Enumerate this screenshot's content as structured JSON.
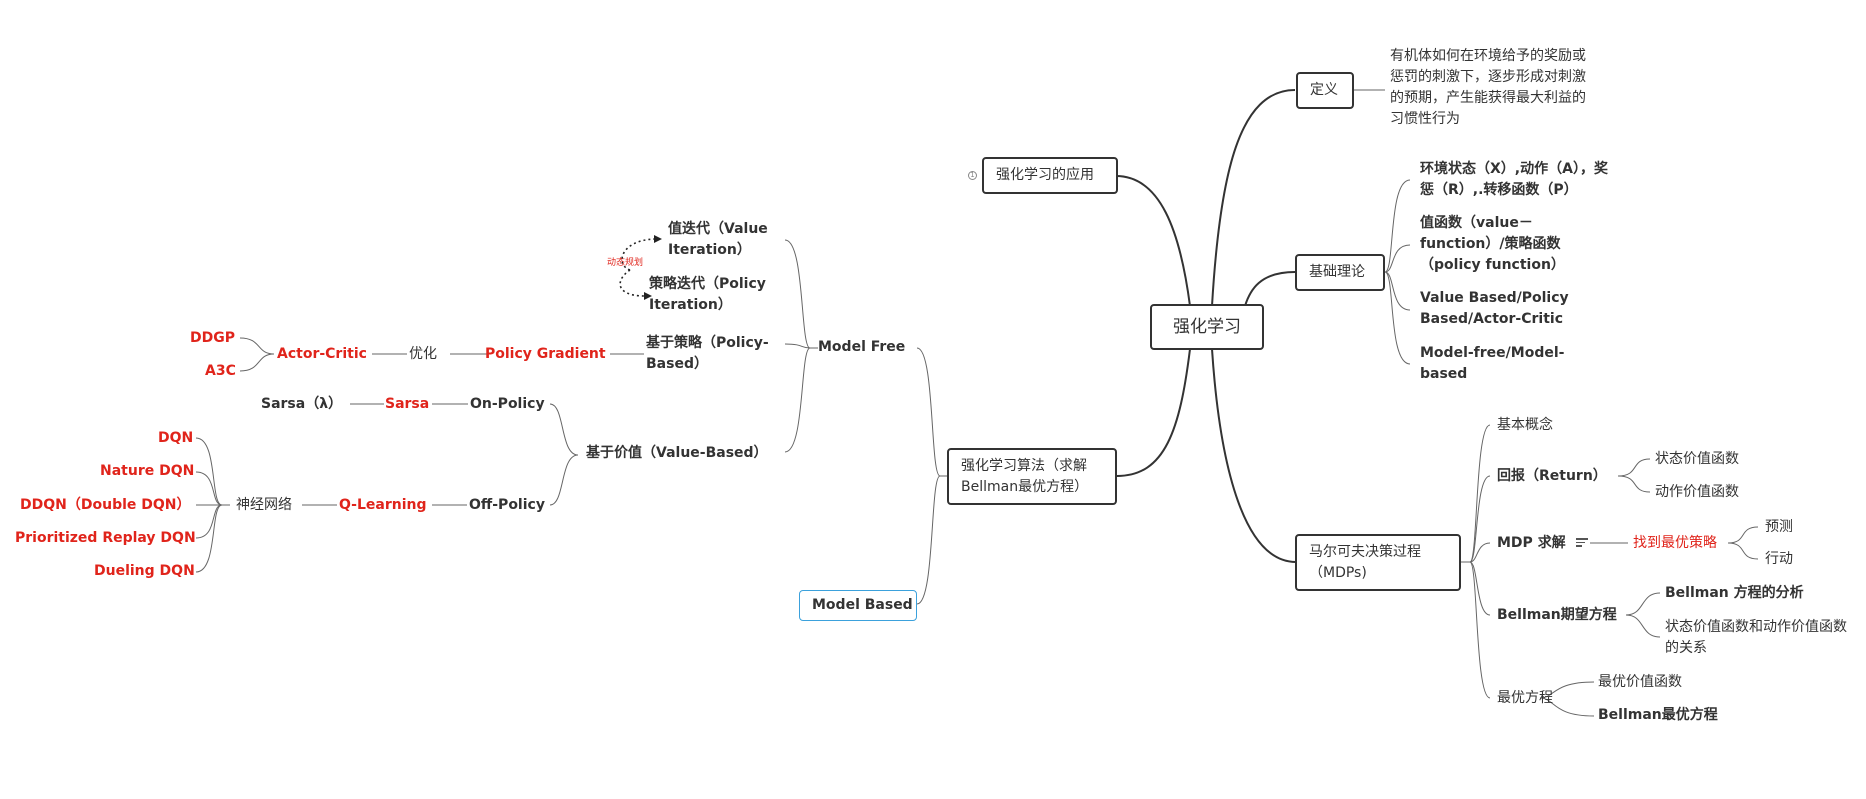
{
  "root": "强化学习",
  "branches": {
    "definition": {
      "label": "定义",
      "text": "有机体如何在环境给予的奖励或惩罚的刺激下，逐步形成对刺激的预期，产生能获得最大利益的习惯性行为"
    },
    "theory": {
      "label": "基础理论",
      "items": [
        "环境状态（X）,动作（A），奖惩（R）,.转移函数（P）",
        "值函数（value－function）/策略函数（policy function）",
        "Value Based/Policy Based/Actor-Critic",
        "Model-free/Model-based"
      ]
    },
    "application": {
      "label": "强化学习的应用",
      "collapsed_marker": "1"
    },
    "mdp": {
      "label": "马尔可夫决策过程（MDPs)",
      "basic": "基本概念",
      "return": {
        "label": "回报（Return）",
        "children": [
          "状态价值函数",
          "动作价值函数"
        ]
      },
      "solve": {
        "label": "MDP 求解",
        "child": "找到最优策略",
        "grandchildren": [
          "预测",
          "行动"
        ]
      },
      "bellman_expect": {
        "label": "Bellman期望方程",
        "children": [
          "Bellman 方程的分析",
          "状态价值函数和动作价值函数的关系"
        ]
      },
      "optimal": {
        "label": "最优方程",
        "children": [
          "最优价值函数",
          "Bellman最优方程"
        ]
      }
    },
    "algorithms": {
      "label": "强化学习算法（求解Bellman最优方程）",
      "model_free": {
        "label": "Model Free",
        "policy_based": {
          "label": "基于策略（Policy-Based）",
          "dp_note": "动态规划",
          "value_iteration": "值迭代（Value Iteration）",
          "policy_iteration": "策略迭代（Policy Iteration）",
          "policy_gradient": "Policy Gradient",
          "optimize": "优化",
          "actor_critic": "Actor-Critic",
          "ac_children": [
            "DDGP",
            "A3C"
          ]
        },
        "value_based": {
          "label": "基于价值（Value-Based）",
          "on_policy": "On-Policy",
          "sarsa": "Sarsa",
          "sarsa_lambda": "Sarsa（λ）",
          "off_policy": "Off-Policy",
          "q_learning": "Q-Learning",
          "neural": "神经网络",
          "dqn_variants": [
            "DQN",
            "Nature DQN",
            "DDQN（Double DQN）",
            "Prioritized Replay DQN",
            "Dueling DQN"
          ]
        }
      },
      "model_based": {
        "label": "Model Based"
      }
    }
  },
  "colors": {
    "line": "#333333",
    "accent_red": "#e0241b",
    "selected_blue": "#3ba1dc"
  }
}
